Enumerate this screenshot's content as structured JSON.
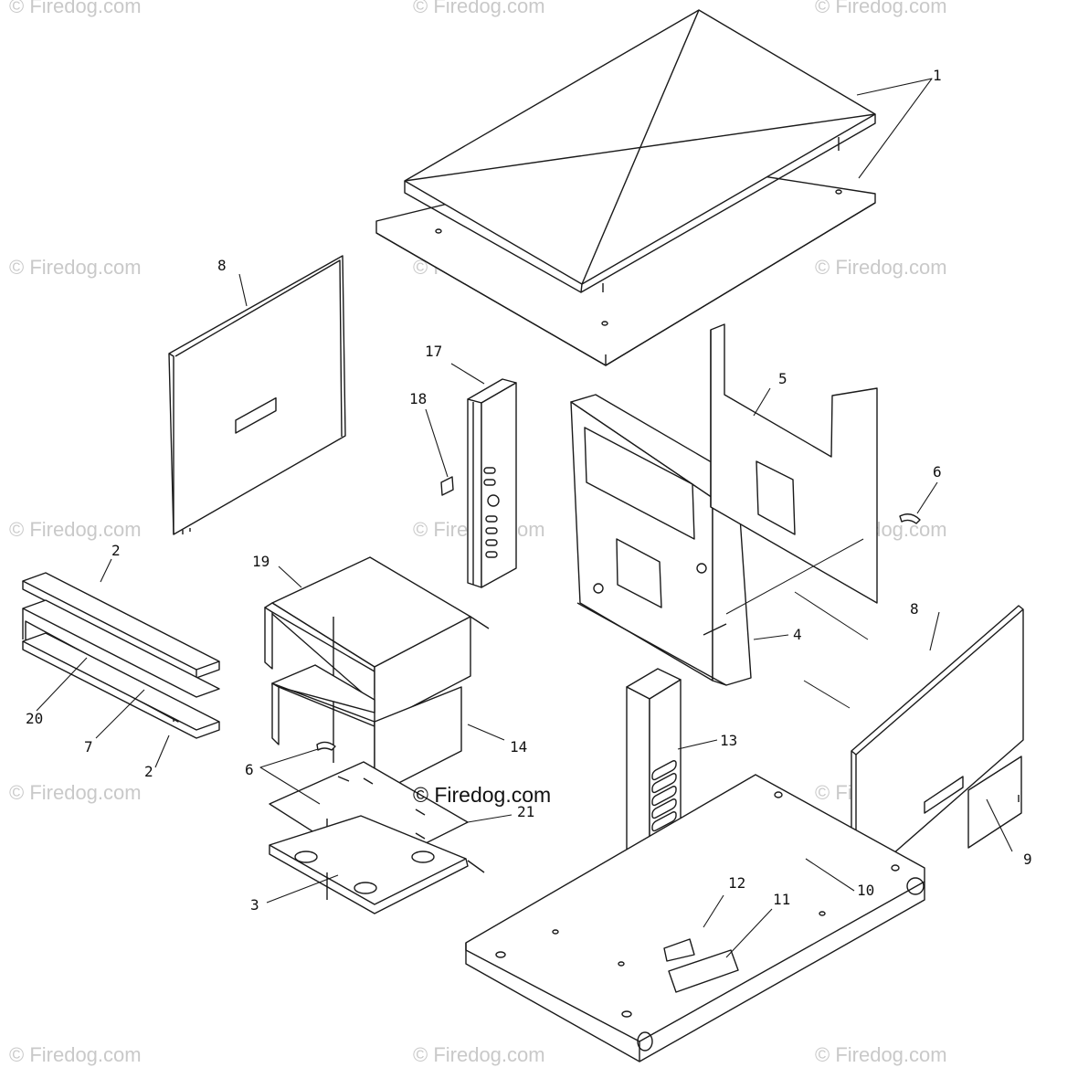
{
  "watermark": "© Firedog.com",
  "center_watermark": "© Firedog.com",
  "callouts": {
    "c1": "1",
    "c2a": "2",
    "c2b": "2",
    "c3": "3",
    "c4": "4",
    "c5": "5",
    "c6a": "6",
    "c6b": "6",
    "c7": "7",
    "c8a": "8",
    "c8b": "8",
    "c9": "9",
    "c10": "10",
    "c11": "11",
    "c12": "12",
    "c13": "13",
    "c14": "14",
    "c17": "17",
    "c18": "18",
    "c19": "19",
    "c20": "20",
    "c21": "21"
  },
  "colors": {
    "line": "#1a1a1a",
    "watermark": "#c9c9c9"
  }
}
